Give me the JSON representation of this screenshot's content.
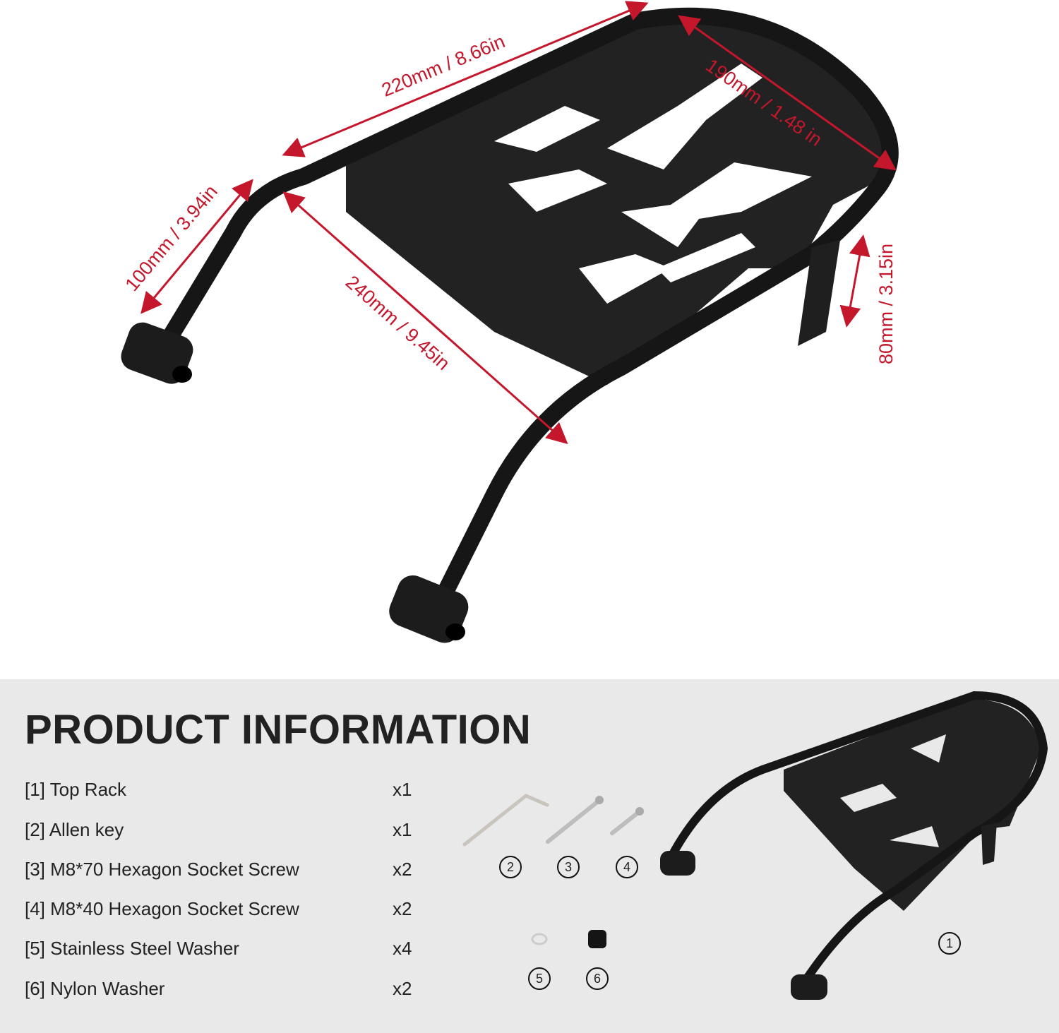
{
  "dimensions": {
    "top_length": "220mm / 8.66in",
    "plate_width": "190mm / 1.48 in",
    "leg_length": "100mm / 3.94in",
    "side_length": "240mm / 9.45in",
    "bracket_height": "80mm / 3.15in"
  },
  "product_info": {
    "title": "PRODUCT INFORMATION",
    "items": [
      {
        "label": "[1] Top Rack",
        "qty": "x1"
      },
      {
        "label": "[2] Allen key",
        "qty": "x1"
      },
      {
        "label": "[3] M8*70 Hexagon Socket Screw",
        "qty": "x2"
      },
      {
        "label": "[4] M8*40 Hexagon Socket Screw",
        "qty": "x2"
      },
      {
        "label": "[5] Stainless Steel Washer",
        "qty": "x4"
      },
      {
        "label": "[6] Nylon Washer",
        "qty": "x2"
      }
    ],
    "callouts": [
      "1",
      "2",
      "3",
      "4",
      "5",
      "6"
    ]
  },
  "colors": {
    "dimension": "#c4172c",
    "rack": "#1a1a1a",
    "panel_bg": "#e9e9e9"
  }
}
